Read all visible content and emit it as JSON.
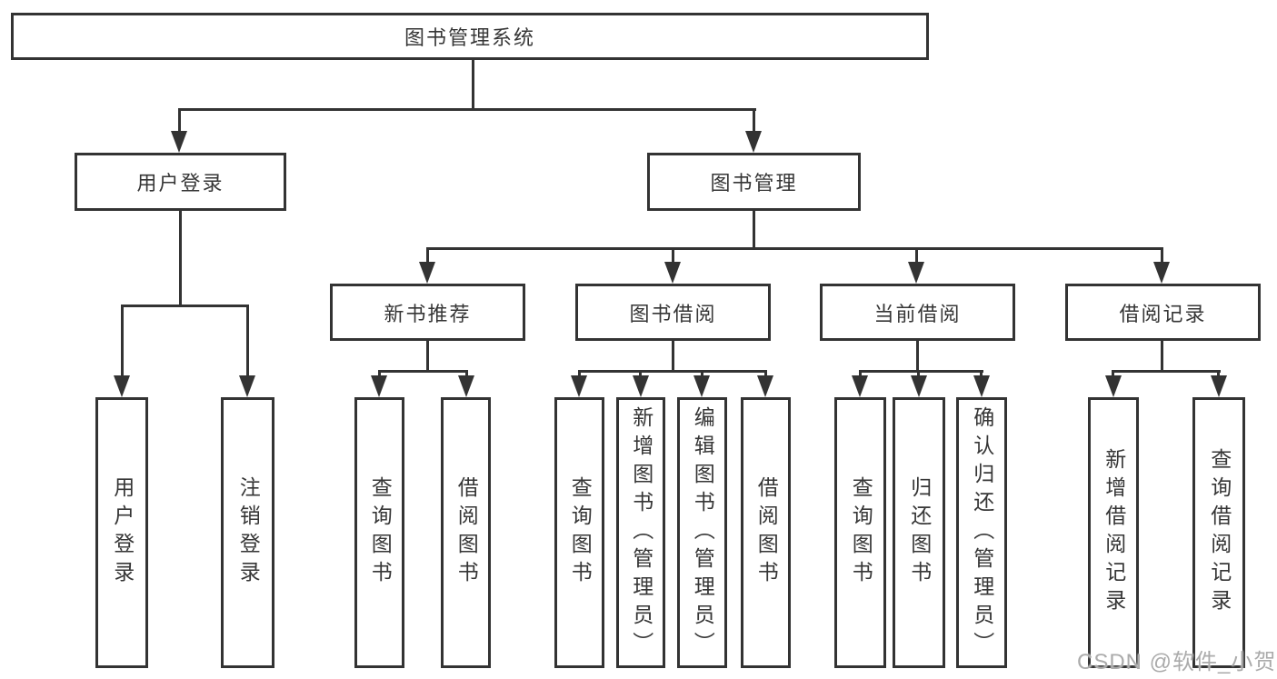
{
  "diagram": {
    "title": "图书管理系统",
    "tree": {
      "root": "图书管理系统",
      "level2": [
        "用户登录",
        "图书管理"
      ],
      "level3": [
        "新书推荐",
        "图书借阅",
        "当前借阅",
        "借阅记录"
      ],
      "leaves": [
        "用户登录",
        "注销登录",
        "查询图书",
        "借阅图书",
        "查询图书",
        "新增图书（管理员）",
        "编辑图书（管理员）",
        "借阅图书",
        "查询图书",
        "归还图书",
        "确认归还（管理员）",
        "新增借阅记录",
        "查询借阅记录"
      ]
    },
    "watermark": "CSDN @软件_小贺同学",
    "colors": {
      "line": "#333333",
      "text": "#363636",
      "background": "#ffffff",
      "watermark": "#ababab"
    }
  }
}
